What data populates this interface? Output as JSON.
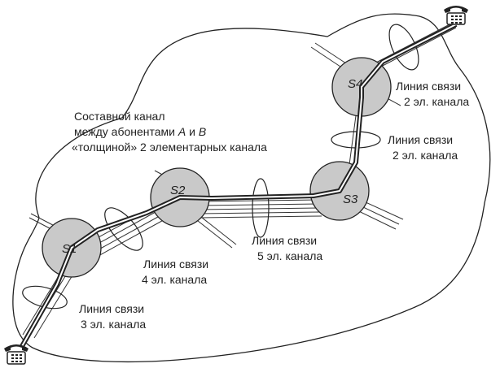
{
  "nodes": [
    {
      "id": "S1",
      "label": "S1"
    },
    {
      "id": "S2",
      "label": "S2"
    },
    {
      "id": "S3",
      "label": "S3"
    },
    {
      "id": "S4",
      "label": "S4"
    }
  ],
  "composite_channel_caption": {
    "line1": "Составной канал",
    "line2_prefix": "между абонентами ",
    "line2_a": "A",
    "line2_mid": " и ",
    "line2_b": "B",
    "line3": "«толщиной» 2 элементарных канала"
  },
  "link_labels": [
    {
      "id": "link-s4-top",
      "line1": "Линия связи",
      "line2": "2 эл. канала"
    },
    {
      "id": "link-s3-s4",
      "line1": "Линия связи",
      "line2": "2 эл. канала"
    },
    {
      "id": "link-s2-s3",
      "line1": "Линия связи",
      "line2": "5 эл. канала"
    },
    {
      "id": "link-s1-s2",
      "line1": "Линия связи",
      "line2": "4 эл. канала"
    },
    {
      "id": "link-s1-bottom",
      "line1": "Линия связи",
      "line2": "3 эл. канала"
    }
  ],
  "icons": {
    "subscriber_a": "telephone-icon",
    "subscriber_b": "telephone-icon"
  },
  "colors": {
    "node_fill": "#c9c9c9",
    "stroke": "#222222",
    "background": "#ffffff"
  }
}
